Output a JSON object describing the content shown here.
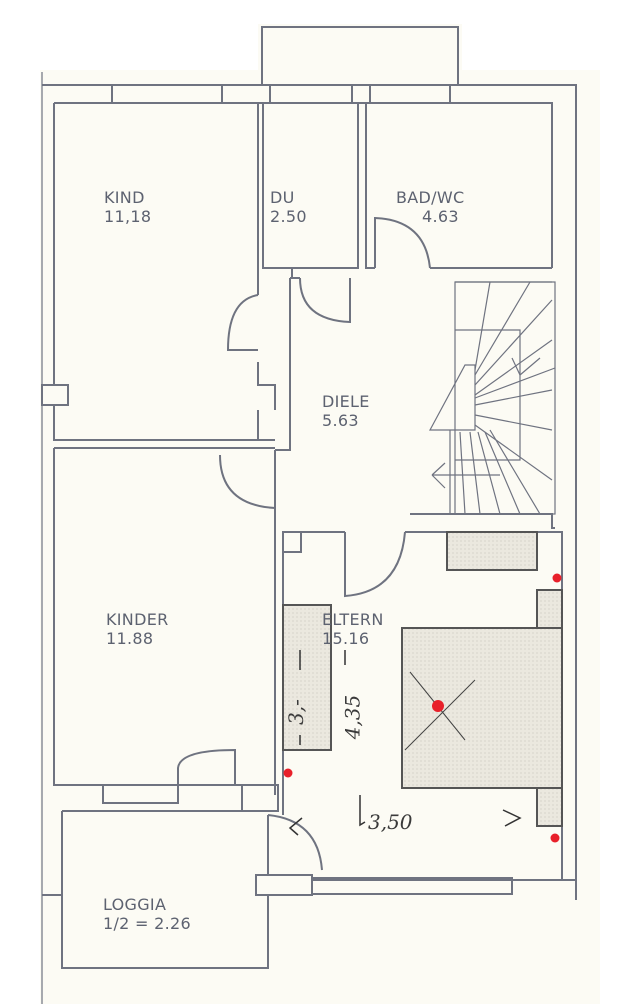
{
  "plan": {
    "rooms": [
      {
        "id": "kind",
        "name": "KIND",
        "area": "11,18"
      },
      {
        "id": "du",
        "name": "DU",
        "area": "2.50"
      },
      {
        "id": "bad_wc",
        "name": "BAD/WC",
        "area": "4.63"
      },
      {
        "id": "diele",
        "name": "DIELE",
        "area": "5.63"
      },
      {
        "id": "kinder",
        "name": "KINDER",
        "area": "11.88"
      },
      {
        "id": "eltern",
        "name": "ELTERN",
        "area": "15.16"
      },
      {
        "id": "loggia",
        "name": "LOGGIA",
        "area": "1/2 = 2.26"
      }
    ],
    "annotations": {
      "wardrobe_length": "3,-",
      "room_length": "4,35",
      "room_width": "3,50"
    },
    "colors": {
      "paper": "#fcfbf4",
      "walls": "#6f7380",
      "labels": "#5d6270",
      "marker": "#e8202a",
      "furniture_fill": "#e9e6dc"
    }
  }
}
